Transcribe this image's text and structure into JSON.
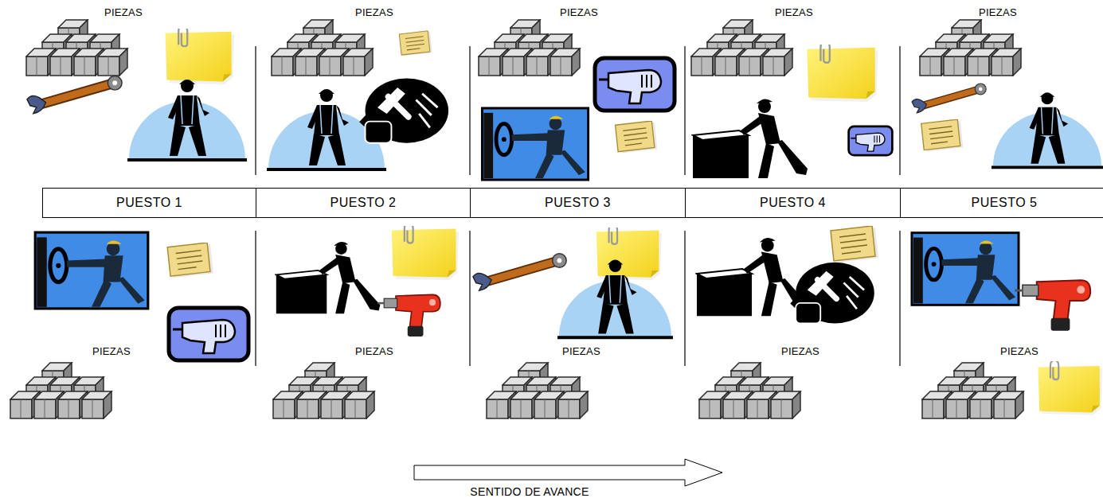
{
  "diagram": {
    "nodes": [
      {
        "text": [
          "PUESTO 1"
        ]
      },
      {
        "text": [
          "PUESTO 2"
        ]
      },
      {
        "text": [
          "PUESTO 3"
        ]
      },
      {
        "text": [
          "PUESTO 4"
        ]
      },
      {
        "text": [
          "PUESTO 5"
        ]
      }
    ],
    "labels": [
      "PIEZAS",
      "PIEZAS",
      "PIEZAS",
      "PIEZAS",
      "PIEZAS",
      "PIEZAS",
      "PIEZAS",
      "PIEZAS",
      "PIEZAS",
      "PIEZAS",
      "SENTIDO DE AVANCE"
    ]
  }
}
